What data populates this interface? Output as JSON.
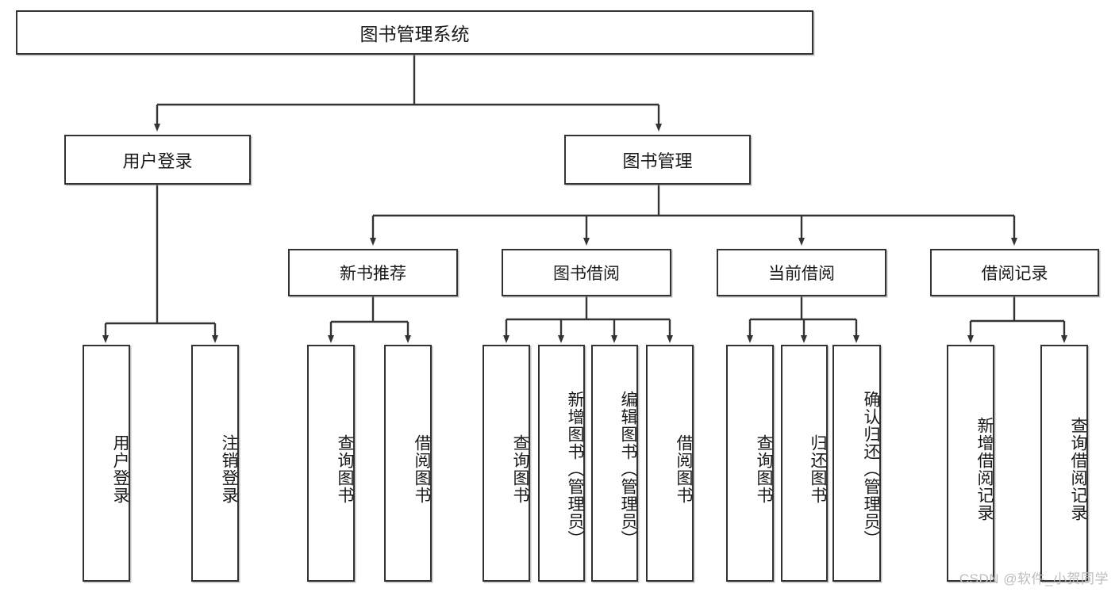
{
  "diagram": {
    "title": "图书管理系统",
    "type": "tree",
    "watermark": "CSDN @软件_小贺同学",
    "colors": {
      "box_border": "#333333",
      "box_fill": "#ffffff",
      "edge": "#333333",
      "text": "#1a1a1a",
      "watermark": "#bdbdbd"
    },
    "levels": {
      "root": {
        "label": "图书管理系统"
      },
      "level2": [
        {
          "id": "user-login",
          "label": "用户登录"
        },
        {
          "id": "book-management",
          "label": "图书管理"
        }
      ],
      "level3": [
        {
          "id": "new-book-recommend",
          "label": "新书推荐",
          "parent": "book-management"
        },
        {
          "id": "book-borrow",
          "label": "图书借阅",
          "parent": "book-management"
        },
        {
          "id": "current-borrow",
          "label": "当前借阅",
          "parent": "book-management"
        },
        {
          "id": "borrow-record",
          "label": "借阅记录",
          "parent": "book-management"
        }
      ],
      "leaves": [
        {
          "id": "leaf-user-login",
          "label": "用户登录",
          "parent": "user-login"
        },
        {
          "id": "leaf-logout",
          "label": "注销登录",
          "parent": "user-login"
        },
        {
          "id": "leaf-query-book-1",
          "label": "查询图书",
          "parent": "new-book-recommend"
        },
        {
          "id": "leaf-borrow-book-1",
          "label": "借阅图书",
          "parent": "new-book-recommend"
        },
        {
          "id": "leaf-query-book-2",
          "label": "查询图书",
          "parent": "book-borrow"
        },
        {
          "id": "leaf-add-book",
          "label": "新增图书（管理员）",
          "parent": "book-borrow"
        },
        {
          "id": "leaf-edit-book",
          "label": "编辑图书（管理员）",
          "parent": "book-borrow"
        },
        {
          "id": "leaf-borrow-book-2",
          "label": "借阅图书",
          "parent": "book-borrow"
        },
        {
          "id": "leaf-query-book-3",
          "label": "查询图书",
          "parent": "current-borrow"
        },
        {
          "id": "leaf-return-book",
          "label": "归还图书",
          "parent": "current-borrow"
        },
        {
          "id": "leaf-confirm-return",
          "label": "确认归还（管理员）",
          "parent": "current-borrow"
        },
        {
          "id": "leaf-add-record",
          "label": "新增借阅记录",
          "parent": "borrow-record"
        },
        {
          "id": "leaf-query-record",
          "label": "查询借阅记录",
          "parent": "borrow-record"
        }
      ]
    }
  }
}
